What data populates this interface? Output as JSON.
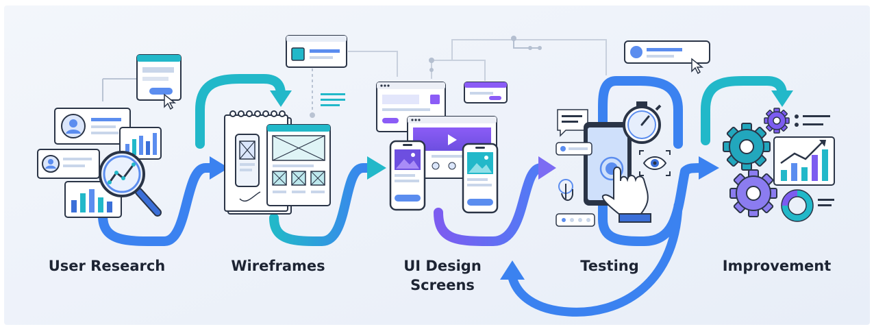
{
  "stages": [
    {
      "label": "User Research",
      "icon": "magnifier-analytics-icon"
    },
    {
      "label": "Wireframes",
      "icon": "wireframe-sketch-icon"
    },
    {
      "label_line1": "UI Design",
      "label_line2": "Screens",
      "icon": "ui-screens-icon"
    },
    {
      "label": "Testing",
      "icon": "phone-testing-icon"
    },
    {
      "label": "Improvement",
      "icon": "gears-growth-icon"
    }
  ],
  "colors": {
    "background": "#eef3fa",
    "blue": "#3b82f0",
    "teal": "#22b8c9",
    "purple": "#8b5cf6",
    "navy": "#1e2a3b",
    "text": "#1d2433"
  },
  "feedback_arrow": "testing-to-ui-design"
}
